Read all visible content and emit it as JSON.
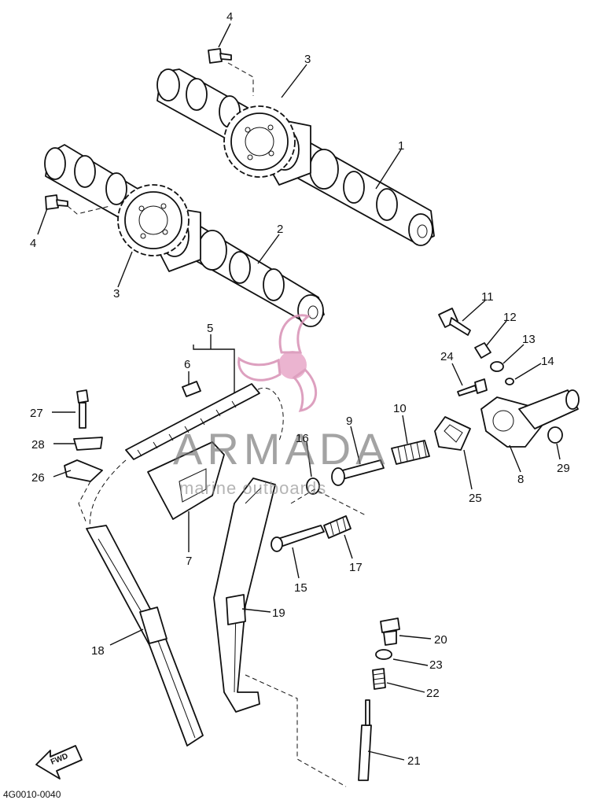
{
  "diagram": {
    "code": "4G0010-0040",
    "fwd_label": "FWD",
    "callouts": [
      {
        "id": "c4a",
        "label": "4"
      },
      {
        "id": "c3a",
        "label": "3"
      },
      {
        "id": "c1",
        "label": "1"
      },
      {
        "id": "c4b",
        "label": "4"
      },
      {
        "id": "c2",
        "label": "2"
      },
      {
        "id": "c3b",
        "label": "3"
      },
      {
        "id": "c5",
        "label": "5"
      },
      {
        "id": "c6",
        "label": "6"
      },
      {
        "id": "c11",
        "label": "11"
      },
      {
        "id": "c12",
        "label": "12"
      },
      {
        "id": "c13",
        "label": "13"
      },
      {
        "id": "c14",
        "label": "14"
      },
      {
        "id": "c24",
        "label": "24"
      },
      {
        "id": "c27",
        "label": "27"
      },
      {
        "id": "c28",
        "label": "28"
      },
      {
        "id": "c26",
        "label": "26"
      },
      {
        "id": "c9",
        "label": "9"
      },
      {
        "id": "c10",
        "label": "10"
      },
      {
        "id": "c16",
        "label": "16"
      },
      {
        "id": "c25",
        "label": "25"
      },
      {
        "id": "c8",
        "label": "8"
      },
      {
        "id": "c29",
        "label": "29"
      },
      {
        "id": "c7",
        "label": "7"
      },
      {
        "id": "c17",
        "label": "17"
      },
      {
        "id": "c15",
        "label": "15"
      },
      {
        "id": "c19",
        "label": "19"
      },
      {
        "id": "c18",
        "label": "18"
      },
      {
        "id": "c20",
        "label": "20"
      },
      {
        "id": "c23",
        "label": "23"
      },
      {
        "id": "c22",
        "label": "22"
      },
      {
        "id": "c21",
        "label": "21"
      }
    ]
  },
  "watermark": {
    "brand": "ARMADA",
    "tagline": "marine outboards",
    "colors": {
      "pink": "#e8a8c8",
      "pink_dark": "#d890b4",
      "gray": "#6f6f6f"
    }
  }
}
